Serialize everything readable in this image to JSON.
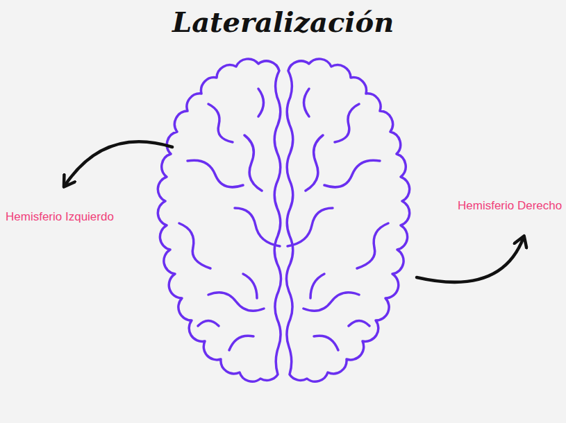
{
  "diagram": {
    "title": "Lateralización",
    "labels": [
      "Hemisferio Izquierdo",
      "Hemisferio Derecho"
    ]
  }
}
